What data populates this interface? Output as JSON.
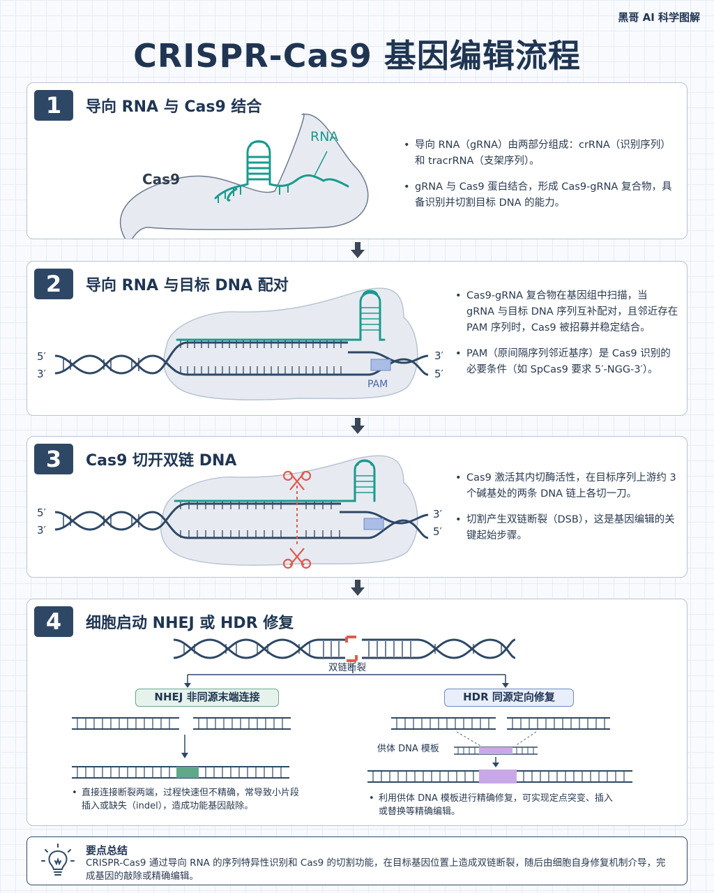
{
  "header": {
    "watermark": "黑哥 AI 科学图解",
    "title": "CRISPR-Cas9 基因编辑流程"
  },
  "step1": {
    "number": "1",
    "title": "导向 RNA 与 Cas9 结合",
    "protein_label": "Cas9",
    "rna_label": "RNA",
    "notes": [
      "导向 RNA（gRNA）由两部分组成：crRNA（识别序列）和 tracrRNA（支架序列）。",
      "gRNA 与 Cas9 蛋白结合，形成 Cas9-gRNA 复合物，具备识别并切割目标 DNA 的能力。"
    ]
  },
  "step2": {
    "number": "2",
    "title": "导向 RNA 与目标 DNA 配对",
    "label_5p_left": "5′",
    "label_3p_left": "3′",
    "label_3p_right": "3′",
    "label_5p_right": "5′",
    "pam_label": "PAM",
    "notes": [
      "Cas9-gRNA 复合物在基因组中扫描，当 gRNA 与目标 DNA 序列互补配对，且邻近存在 PAM 序列时，Cas9 被招募并稳定结合。",
      "PAM（原间隔序列邻近基序）是 Cas9 识别的必要条件（如 SpCas9 要求 5′-NGG-3′）。"
    ]
  },
  "step3": {
    "number": "3",
    "title": "Cas9 切开双链 DNA",
    "label_5p_left": "5′",
    "label_3p_left": "3′",
    "label_3p_right": "3′",
    "label_5p_right": "5′",
    "notes": [
      "Cas9 激活其内切酶活性，在目标序列上游约 3 个碱基处的两条 DNA 链上各切一刀。",
      "切割产生双链断裂（DSB），这是基因编辑的关键起始步骤。"
    ]
  },
  "step4": {
    "number": "4",
    "title": "细胞启动 NHEJ 或 HDR 修复",
    "break_label": "双链断裂",
    "nhej_tag": "NHEJ 非同源末端连接",
    "hdr_tag": "HDR 同源定向修复",
    "donor_label": "供体 DNA 模板",
    "nhej_note": "直接连接断裂两端，过程快速但不精确，常导致小片段插入或缺失（indel），造成功能基因敲除。",
    "hdr_note": "利用供体 DNA 模板进行精确修复，可实现定点突变、插入或替换等精确编辑。"
  },
  "summary": {
    "title": "要点总结",
    "text": "CRISPR-Cas9 通过导向 RNA 的序列特异性识别和 Cas9 的切割功能，在目标基因位置上造成双链断裂，随后由细胞自身修复机制介导，完成基因的敲除或精确编辑。"
  },
  "colors": {
    "navy": "#2e4765",
    "teal": "#1a9a8e",
    "red": "#e05a50",
    "pam": "#a9bde6",
    "green_insert": "#5fa88a",
    "purple_insert": "#c8a8e8"
  },
  "icons": [
    "arrow-down-icon",
    "scissors-icon",
    "lightbulb-icon"
  ]
}
